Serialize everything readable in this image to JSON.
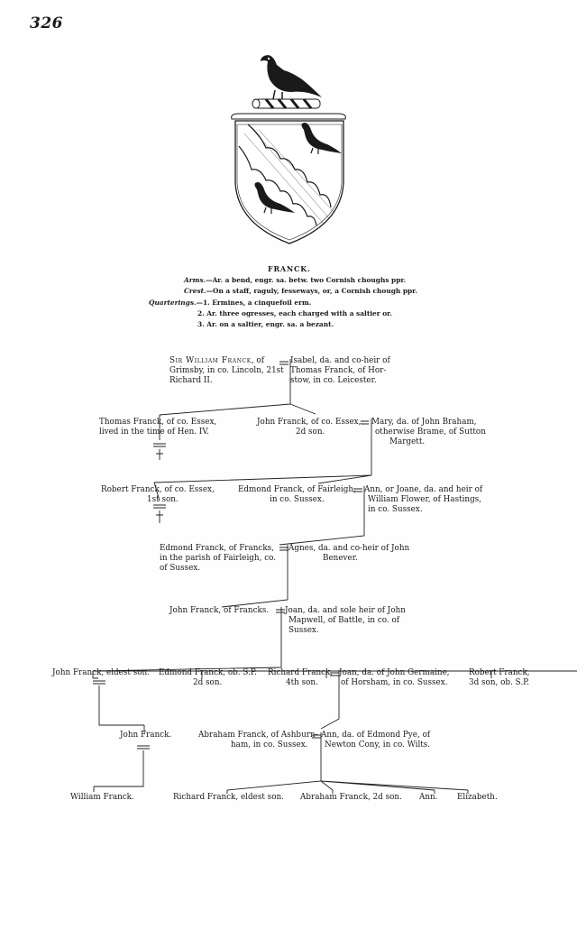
{
  "page_number": "326",
  "heraldry": {
    "family_name": "FRANCK.",
    "arms_label": "Arms.",
    "arms_text": "—Ar. a bend, engr. sa. betw. two Cornish choughs ppr.",
    "crest_label": "Crest.",
    "crest_text": "—On a staff, raguly, fesseways, or, a Cornish chough ppr.",
    "quarterings_label": "Quarterings.",
    "quarterings": [
      "—1. Ermines, a cinquefoil erm.",
      "2. Ar. three ogresses, each charged with a saltier or.",
      "3. Ar. on a saltier, engr. sa. a bezant."
    ]
  },
  "pedigree": {
    "gen1": {
      "sir_william": {
        "prefix": "Sir William Franck",
        "line1_rest": ", of",
        "line2": "Grimsby, in co. Lincoln, 21st",
        "line3": "Richard II."
      },
      "isabel": [
        "Isabel, da. and co-heir of",
        "Thomas Franck, of Hor-",
        "stow, in co. Leicester."
      ]
    },
    "gen2": {
      "thomas": [
        "Thomas Franck, of co. Essex,",
        "lived in the time of Hen. IV."
      ],
      "john": [
        "John Franck, of co. Essex,",
        "2d son."
      ],
      "mary": [
        "Mary, da. of John Braham,",
        "otherwise Brame, of Sutton",
        "Margett."
      ]
    },
    "gen3": {
      "robert": [
        "Robert Franck, of co. Essex,",
        "1st son."
      ],
      "edmond": [
        "Edmond Franck, of Fairleigh,",
        "in co. Sussex."
      ],
      "ann": [
        "Ann, or Joane, da. and heir of",
        "William Flower, of Hastings,",
        "in co. Sussex."
      ]
    },
    "gen4": {
      "edmond": [
        "Edmond Franck, of Francks,",
        "in the parish of Fairleigh, co.",
        "of Sussex."
      ],
      "agnes": [
        "Agnes, da. and co-heir of John",
        "Benever."
      ]
    },
    "gen5": {
      "john": "John Franck, of Francks.",
      "joan": [
        "Joan, da. and sole heir of John",
        "Mapwell, of Battle, in co. of",
        "Sussex."
      ]
    },
    "gen6": {
      "john": "John Franck, eldest son.",
      "edmond": [
        "Edmond Franck, ob. S.P.",
        "2d son."
      ],
      "richard": [
        "Richard Franck,",
        "4th son."
      ],
      "joan": [
        "Joan, da. of John Germaine,",
        "of Horsham, in co. Sussex."
      ],
      "robert": [
        "Robert Franck,",
        "3d son, ob. S.P."
      ]
    },
    "gen7": {
      "john": "John Franck.",
      "abraham": [
        "Abraham Franck, of Ashburn-",
        "ham, in co. Sussex."
      ],
      "ann": [
        "Ann, da. of Edmond Pye, of",
        "Newton Cony, in co. Wilts."
      ]
    },
    "gen8": {
      "william": "William Franck.",
      "richard": "Richard Franck, eldest son.",
      "abraham": "Abraham Franck, 2d son.",
      "ann": "Ann.",
      "elizabeth": "Elizabeth."
    }
  }
}
